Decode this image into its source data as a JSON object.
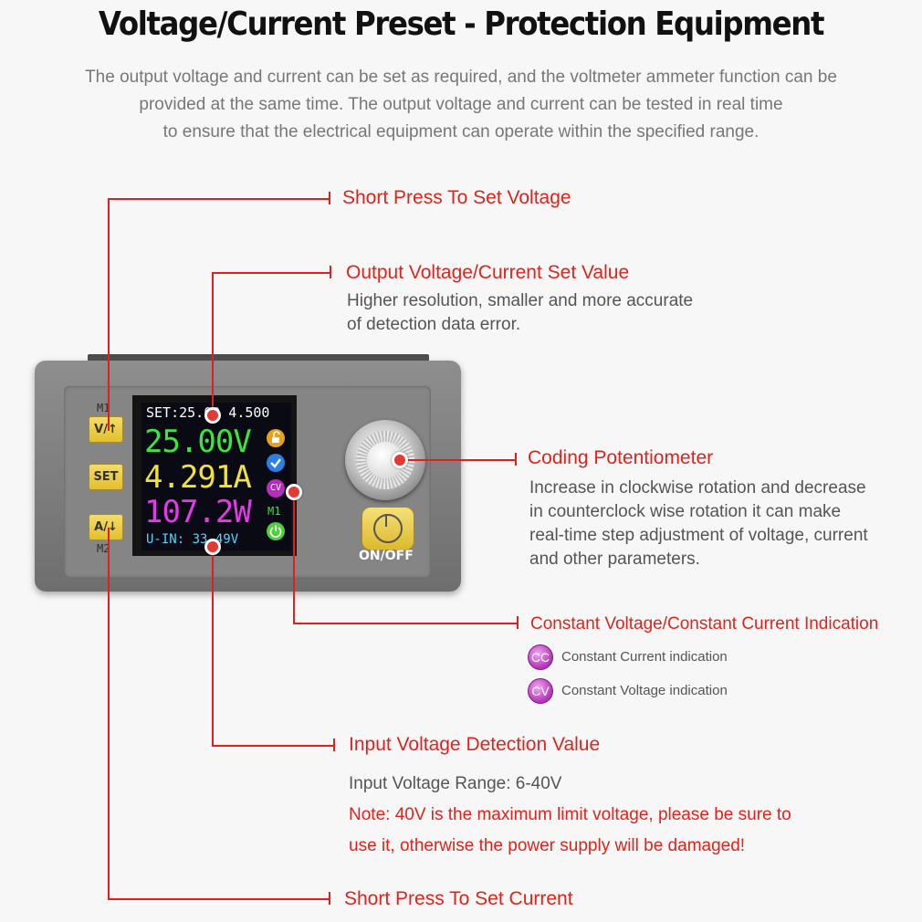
{
  "title": "Voltage/Current Preset - Protection Equipment",
  "intro": [
    "The output voltage and current can be set as required, and the voltmeter ammeter function can be",
    "provided at the same time. The output voltage and current can be tested in real time",
    "to ensure that the electrical equipment can operate within the specified range."
  ],
  "callouts": {
    "set_voltage": "Short Press To Set Voltage",
    "set_value": {
      "title": "Output Voltage/Current Set Value",
      "desc": [
        "Higher resolution, smaller and more accurate",
        "of detection data error."
      ]
    },
    "potentiometer": {
      "title": "Coding Potentiometer",
      "desc": [
        "Increase in clockwise rotation and decrease",
        "in counterclock wise rotation it can make",
        "real-time step adjustment of voltage, current",
        "and other parameters."
      ]
    },
    "cvcc": {
      "title": "Constant Voltage/Constant Current Indication",
      "cc_badge": "CC",
      "cc_label": "Constant Current indication",
      "cv_badge": "CV",
      "cv_label": "Constant Voltage indication"
    },
    "input_voltage": {
      "title": "Input Voltage Detection Value",
      "range": "Input Voltage Range: 6-40V",
      "note": [
        "Note: 40V is the maximum limit voltage, please be sure to",
        "use it, otherwise the power supply will be damaged!"
      ]
    },
    "set_current": "Short Press To Set Current"
  },
  "device": {
    "screen": {
      "set_line": "SET:25.00 4.500",
      "voltage": "25.00V",
      "current": "4.291A",
      "power": "107.2W",
      "input": "U-IN: 33.49V",
      "cv_icon": "CV",
      "m1_icon": "M1"
    },
    "buttons": {
      "m1_label": "M1",
      "v_button": "V/↑",
      "set_button": "SET",
      "a_button": "A/↓",
      "m2_label": "M2",
      "power_label": "ON/OFF"
    },
    "colors": {
      "voltage": "#39e63a",
      "current": "#f0e23a",
      "power": "#e23ae6",
      "set_line": "#ffffff",
      "input": "#4fd7ff",
      "accent_red": "#e3231b"
    },
    "icons": [
      "unlock-icon",
      "check-icon",
      "cv-icon",
      "m1-icon",
      "power-icon"
    ]
  }
}
